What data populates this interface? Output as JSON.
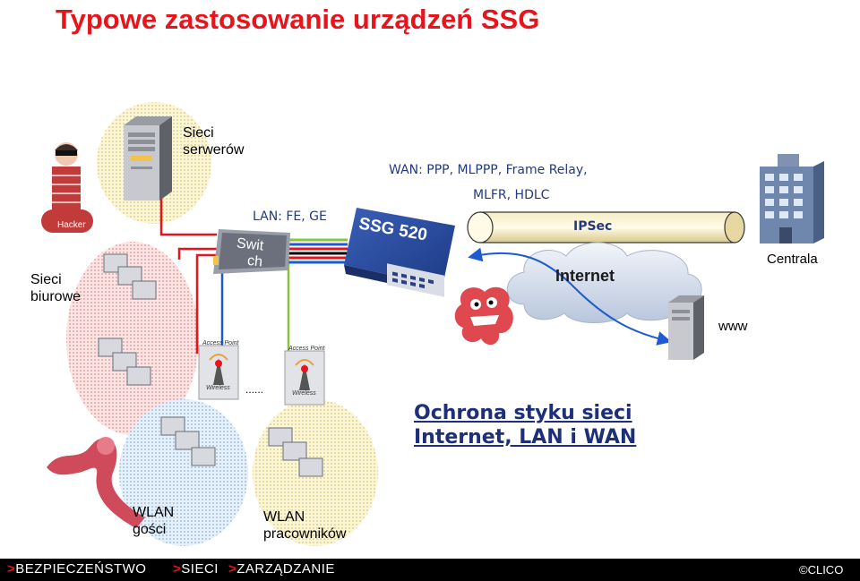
{
  "title": "Typowe zastosowanie urządzeń SSG",
  "labels": {
    "servers_1": "Sieci",
    "servers_2": "serwerów",
    "office_1": "Sieci",
    "office_2": "biurowe",
    "hacker": "Hacker",
    "lan": "LAN: FE, GE",
    "wan_1": "WAN: PPP, MLPPP, Frame Relay,",
    "wan_2": "MLFR, HDLC",
    "ipsec": "IPSec",
    "internet": "Internet",
    "centrala": "Centrala",
    "www": "www",
    "switch_1": "Swit",
    "switch_2": "ch",
    "ssg": "SSG 520",
    "ap": "Access Point",
    "wireless": "Wireless",
    "dots": "......",
    "wlan_guest_1": "WLAN",
    "wlan_guest_2": "gości",
    "wlan_staff_1": "WLAN",
    "wlan_staff_2": "pracowników"
  },
  "slogan": {
    "line1": "Ochrona styku sieci",
    "line2": "Internet, LAN i WAN"
  },
  "footer": {
    "nav": [
      {
        "arrow": ">",
        "text": "BEZPIECZEŃSTWO"
      },
      {
        "arrow": ">",
        "text": "SIECI"
      },
      {
        "arrow": ">",
        "text": "ZARZĄDZANIE"
      }
    ],
    "copyright": "©CLICO"
  },
  "colors": {
    "title": "#e8141b",
    "text_blue": "#233a7e",
    "link_red": "#e8141b",
    "link_blue": "#1e5bd0",
    "link_green": "#8ac43f",
    "zone_red": "#f4b6b6",
    "zone_blue": "#bcd6ee",
    "zone_yellow": "#f6ecaa"
  }
}
